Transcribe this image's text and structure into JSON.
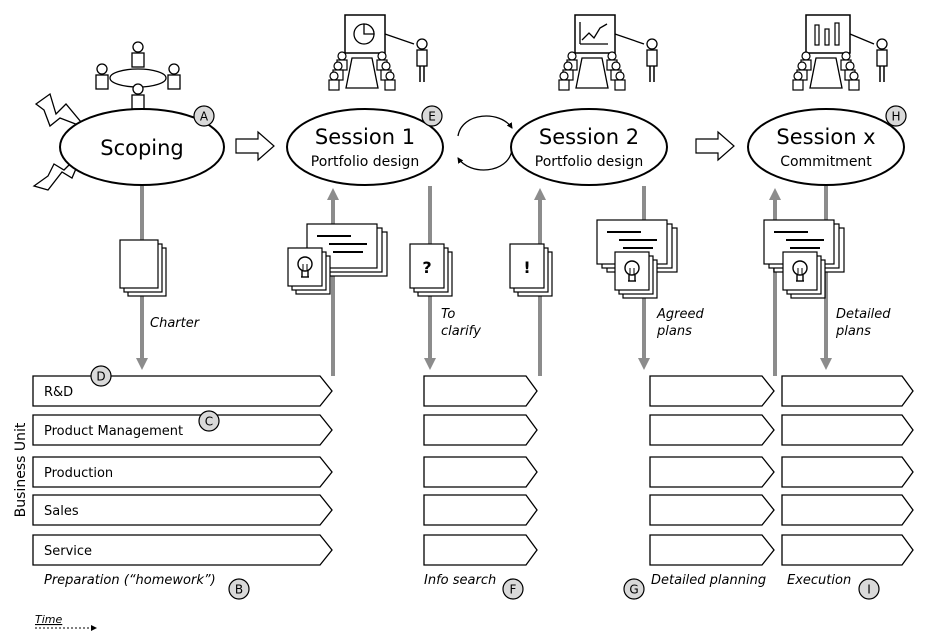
{
  "phases": {
    "scoping": {
      "title": "Scoping",
      "subtitle": ""
    },
    "session1": {
      "title": "Session 1",
      "subtitle": "Portfolio design"
    },
    "session2": {
      "title": "Session 2",
      "subtitle": "Portfolio design"
    },
    "sessionx": {
      "title": "Session x",
      "subtitle": "Commitment"
    }
  },
  "markers": {
    "A": "A",
    "B": "B",
    "C": "C",
    "D": "D",
    "E": "E",
    "F": "F",
    "G": "G",
    "H": "H",
    "I": "I"
  },
  "arrow_labels": {
    "charter": "Charter",
    "to_clarify_1": "To",
    "to_clarify_2": "clarify",
    "agreed_1": "Agreed",
    "agreed_2": "plans",
    "detailed_1": "Detailed",
    "detailed_2": "plans"
  },
  "doc_symbols": {
    "question": "?",
    "exclaim": "!"
  },
  "business_unit_label": "Business Unit",
  "business_units": [
    "R&D",
    "Product Management",
    "Production",
    "Sales",
    "Service"
  ],
  "column_captions": {
    "preparation": "Preparation (“homework”)",
    "info_search": "Info search",
    "detailed_planning": "Detailed planning",
    "execution": "Execution"
  },
  "time_label": "Time",
  "colors": {
    "line": "#000000",
    "gray_arrow": "#8c8c8c",
    "marker_fill": "#d9d9d9",
    "doc_fill": "#ffffff"
  }
}
